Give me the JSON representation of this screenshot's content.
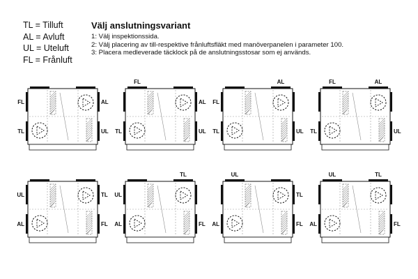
{
  "legend": [
    {
      "code": "TL",
      "name": "Tilluft"
    },
    {
      "code": "AL",
      "name": "Avluft"
    },
    {
      "code": "UL",
      "name": "Uteluft"
    },
    {
      "code": "FL",
      "name": "Frånluft"
    }
  ],
  "instructions": {
    "title": "Välj anslutningsvariant",
    "steps": [
      "1: Välj inspektionssida.",
      "2: Välj placering av till-respektive frånluftsfläkt med manöverpanelen i parameter 100.",
      "3: Placera medleverade täcklock på de anslutningsstosar som ej används."
    ]
  },
  "variants": [
    {
      "top_left": "",
      "top_right": "",
      "left_top": "FL",
      "left_bottom": "TL",
      "right_top": "AL",
      "right_bottom": "UL",
      "fan_top": "right",
      "fan_bottom": "left"
    },
    {
      "top_left": "FL",
      "top_right": "",
      "left_top": "",
      "left_bottom": "TL",
      "right_top": "AL",
      "right_bottom": "UL",
      "fan_top": "right",
      "fan_bottom": "left"
    },
    {
      "top_left": "",
      "top_right": "AL",
      "left_top": "FL",
      "left_bottom": "TL",
      "right_top": "",
      "right_bottom": "UL",
      "fan_top": "right",
      "fan_bottom": "left"
    },
    {
      "top_left": "FL",
      "top_right": "AL",
      "left_top": "",
      "left_bottom": "TL",
      "right_top": "",
      "right_bottom": "UL",
      "fan_top": "right",
      "fan_bottom": "left"
    },
    {
      "top_left": "",
      "top_right": "",
      "left_top": "UL",
      "left_bottom": "AL",
      "right_top": "TL",
      "right_bottom": "FL",
      "fan_top": "right",
      "fan_bottom": "left"
    },
    {
      "top_left": "",
      "top_right": "TL",
      "left_top": "UL",
      "left_bottom": "AL",
      "right_top": "",
      "right_bottom": "FL",
      "fan_top": "right",
      "fan_bottom": "left"
    },
    {
      "top_left": "UL",
      "top_right": "",
      "left_top": "",
      "left_bottom": "AL",
      "right_top": "TL",
      "right_bottom": "FL",
      "fan_top": "right",
      "fan_bottom": "left"
    },
    {
      "top_left": "UL",
      "top_right": "TL",
      "left_top": "",
      "left_bottom": "AL",
      "right_top": "",
      "right_bottom": "FL",
      "fan_top": "right",
      "fan_bottom": "left"
    }
  ]
}
